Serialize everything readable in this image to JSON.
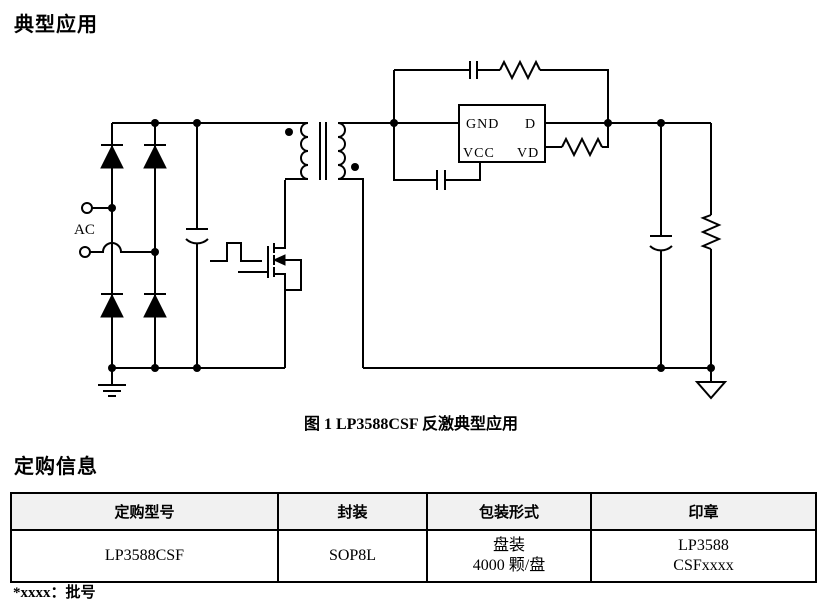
{
  "page": {
    "title": "典型应用",
    "section2": "定购信息",
    "footnote": "*xxxx：批号"
  },
  "figure": {
    "caption": "图 1  LP3588CSF 反激典型应用"
  },
  "circuit": {
    "ac_label": "AC",
    "ic_pins": {
      "gnd": "GND",
      "d": "D",
      "vcc": "VCC",
      "vd": "VD"
    }
  },
  "table": {
    "headers": [
      "定购型号",
      "封装",
      "包装形式",
      "印章"
    ],
    "rows": [
      {
        "model": "LP3588CSF",
        "package": "SOP8L",
        "packing": [
          "盘装",
          "4000 颗/盘"
        ],
        "marking": [
          "LP3588",
          "CSFxxxx"
        ]
      }
    ]
  },
  "colors": {
    "line": "#000000",
    "header_bg": "#f1f1f1",
    "background": "#ffffff"
  }
}
